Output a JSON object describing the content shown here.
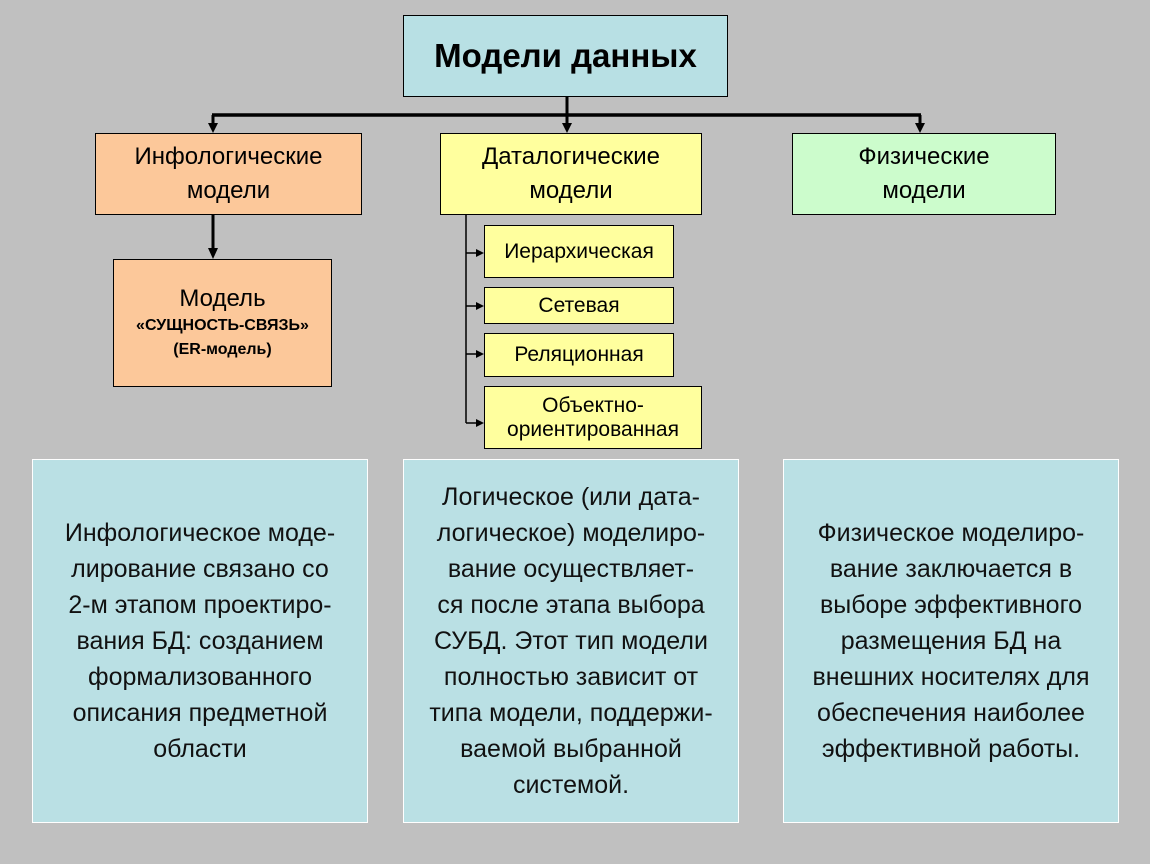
{
  "title": "Модели данных",
  "categories": {
    "infological": {
      "line1": "Инфологические",
      "line2": "модели",
      "color": "#fcc89a",
      "child": {
        "line1": "Модель",
        "line2": "«СУЩНОСТЬ-СВЯЗЬ»",
        "line3": "(ER-модель)"
      }
    },
    "datalogical": {
      "line1": "Даталогические",
      "line2": "модели",
      "color": "#ffff9e",
      "children": [
        {
          "label": "Иерархическая"
        },
        {
          "label": "Сетевая"
        },
        {
          "label": "Реляционная"
        },
        {
          "line1": "Объектно-",
          "line2": "ориентированная"
        }
      ]
    },
    "physical": {
      "line1": "Физические",
      "line2": "модели",
      "color": "#ccfccc"
    }
  },
  "descriptions": {
    "infological": "Инфологическое моде-\nлирование связано со\n2-м этапом проектиро-\nвания БД: созданием\nформализованного\nописания предметной\nобласти",
    "datalogical": "Логическое (или дата-\nлогическое) моделиро-\nвание осуществляет-\nся после этапа выбора\nСУБД. Этот тип модели\nполностью зависит от\nтипа модели, поддержи-\nваемой выбранной\nсистемой.",
    "physical": "Физическое моделиро-\nвание заключается в\nвыборе эффективного\nразмещения БД на\nвнешних носителях для\nобеспечения наиболее\nэффективной работы."
  },
  "colors": {
    "background": "#c0c0c0",
    "title_box": "#b8e0e4",
    "description_box": "#bae0e4"
  }
}
